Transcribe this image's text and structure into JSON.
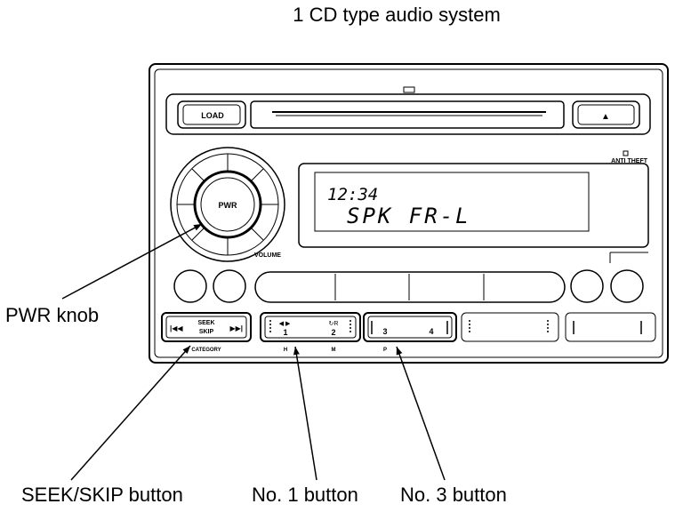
{
  "title": "1 CD type audio system",
  "unit": {
    "load_label": "LOAD",
    "eject_symbol": "▲",
    "anti_theft_label": "ANTI THEFT",
    "volume_label": "VOLUME",
    "pwr_label": "PWR",
    "display": {
      "time": "12:34",
      "message": "SPK FR-L"
    },
    "seek_skip": {
      "line1": "SEEK",
      "line2": "SKIP",
      "left_symbol": "|◀◀",
      "right_symbol": "▶▶|",
      "sub_label": "CATEGORY"
    },
    "preset_1_2": {
      "symbol_left": "◀ ▶",
      "symbol_right": "↻R",
      "num1": "1",
      "num2": "2",
      "sub1": "H",
      "sub2": "M"
    },
    "preset_3_4": {
      "num3": "3",
      "num4": "4",
      "sub3": "P"
    }
  },
  "callouts": {
    "pwr_knob": "PWR knob",
    "seek_skip_button": "SEEK/SKIP button",
    "no1_button": "No. 1 button",
    "no3_button": "No. 3 button"
  }
}
